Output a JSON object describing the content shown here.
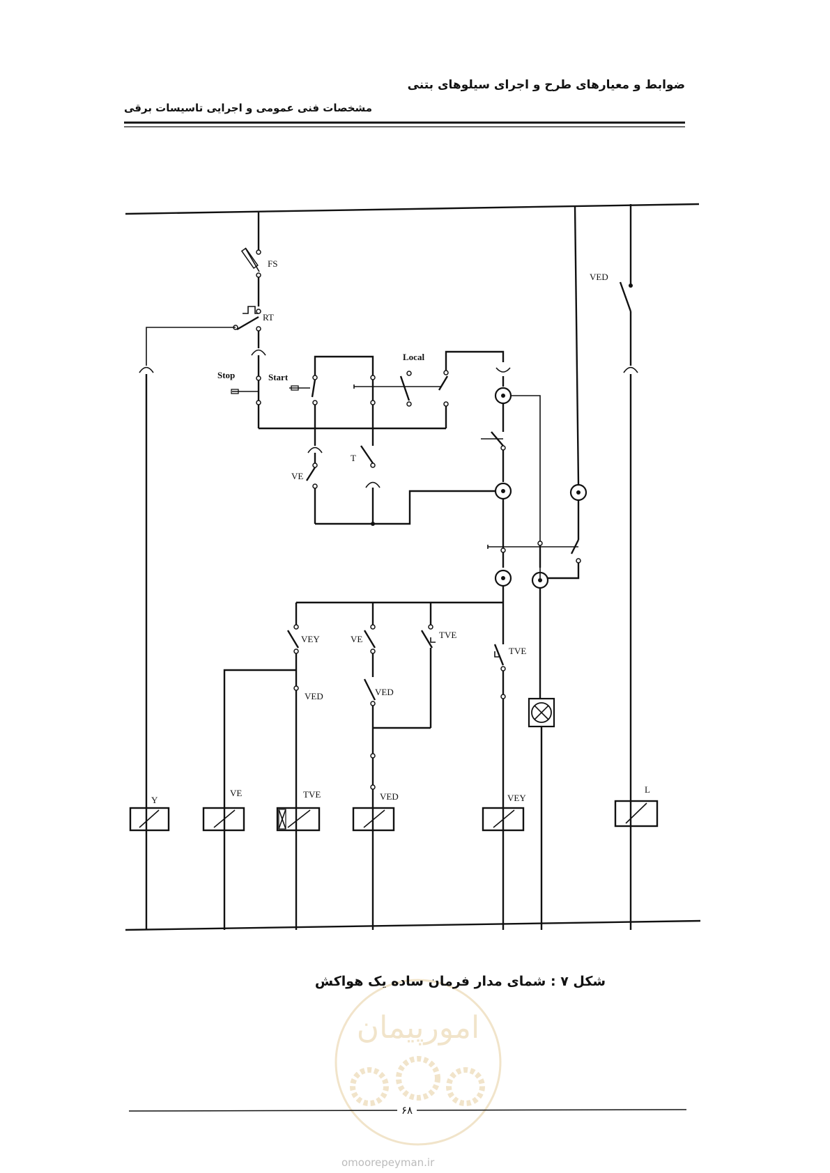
{
  "header": {
    "title_right": "ضوابط و معیارهای طرح و اجرای سیلوهای بتنی",
    "title_left": "مشخصات فنی عمومی و اجرایی تاسیسات برقی"
  },
  "diagram": {
    "labels": {
      "fs": "FS",
      "rt": "RT",
      "stop": "Stop",
      "start": "Start",
      "local": "Local",
      "ved_top": "VED",
      "ve_left": "VE",
      "t": "T",
      "vey_contact": "VEY",
      "ve_contact": "VE",
      "tve_contact": "TVE",
      "tve_timer": "TVE",
      "ved_contact1": "VED",
      "ved_contact2": "VED",
      "coil_y": "Y",
      "coil_ve": "VE",
      "coil_tve": "TVE",
      "coil_ved": "VED",
      "coil_vey": "VEY",
      "coil_l": "L"
    }
  },
  "caption": "شکل ۷ :  شمای مدار فرمان ساده یک هواکش",
  "footer": {
    "page_number": "۶۸",
    "watermark_text": "امورپیمان",
    "site": "omoorepeyman.ir"
  }
}
